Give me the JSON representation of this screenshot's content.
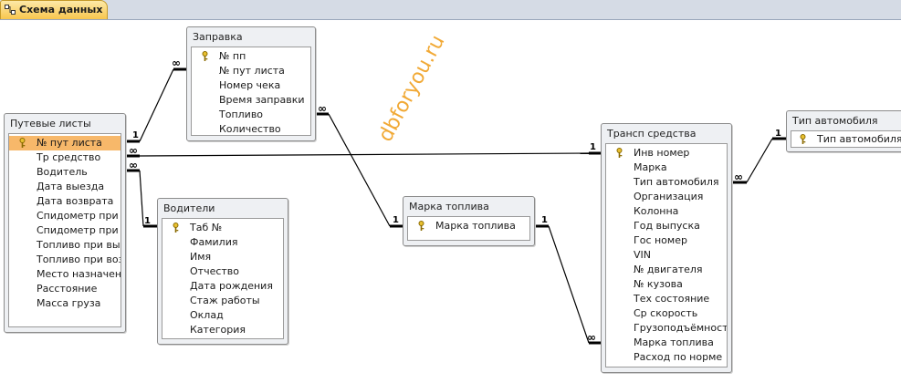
{
  "tab": {
    "label": "Схема данных",
    "icon": "relationships-icon"
  },
  "tables": {
    "putevye": {
      "title": "Путевые листы",
      "fields": [
        {
          "name": "№ пут листа",
          "key": true
        },
        {
          "name": "Тр средство"
        },
        {
          "name": "Водитель"
        },
        {
          "name": "Дата выезда"
        },
        {
          "name": "Дата возврата"
        },
        {
          "name": "Спидометр при в"
        },
        {
          "name": "Спидометр при в"
        },
        {
          "name": "Топливо при выез"
        },
        {
          "name": "Топливо при возв"
        },
        {
          "name": "Место назначени"
        },
        {
          "name": "Расстояние"
        },
        {
          "name": "Масса груза"
        }
      ]
    },
    "zapravka": {
      "title": "Заправка",
      "fields": [
        {
          "name": "№ пп",
          "key": true
        },
        {
          "name": "№ пут листа"
        },
        {
          "name": "Номер чека"
        },
        {
          "name": "Время заправки"
        },
        {
          "name": "Топливо"
        },
        {
          "name": "Количество"
        }
      ]
    },
    "voditeli": {
      "title": "Водители",
      "fields": [
        {
          "name": "Таб №",
          "key": true
        },
        {
          "name": "Фамилия"
        },
        {
          "name": "Имя"
        },
        {
          "name": "Отчество"
        },
        {
          "name": "Дата рождения"
        },
        {
          "name": "Стаж работы"
        },
        {
          "name": "Оклад"
        },
        {
          "name": "Категория"
        }
      ]
    },
    "marka": {
      "title": "Марка топлива",
      "fields": [
        {
          "name": "Марка топлива",
          "key": true
        }
      ]
    },
    "transp": {
      "title": "Трансп средства",
      "fields": [
        {
          "name": "Инв номер",
          "key": true
        },
        {
          "name": "Марка"
        },
        {
          "name": "Тип автомобиля"
        },
        {
          "name": "Организация"
        },
        {
          "name": "Колонна"
        },
        {
          "name": "Год выпуска"
        },
        {
          "name": "Гос номер"
        },
        {
          "name": "VIN"
        },
        {
          "name": "№ двигателя"
        },
        {
          "name": "№ кузова"
        },
        {
          "name": "Тех состояние"
        },
        {
          "name": "Ср скорость"
        },
        {
          "name": "Грузоподъёмность"
        },
        {
          "name": "Марка топлива"
        },
        {
          "name": "Расход по норме"
        }
      ]
    },
    "tip": {
      "title": "Тип автомобиля",
      "fields": [
        {
          "name": "Тип автомобиля",
          "key": true
        }
      ]
    }
  },
  "relations": {
    "one": "1",
    "many": "∞"
  },
  "watermark": "dbforyou.ru",
  "colors": {
    "selected_row": "#f7b86a",
    "tab": "#f8c64e",
    "watermark": "#f0a020"
  }
}
